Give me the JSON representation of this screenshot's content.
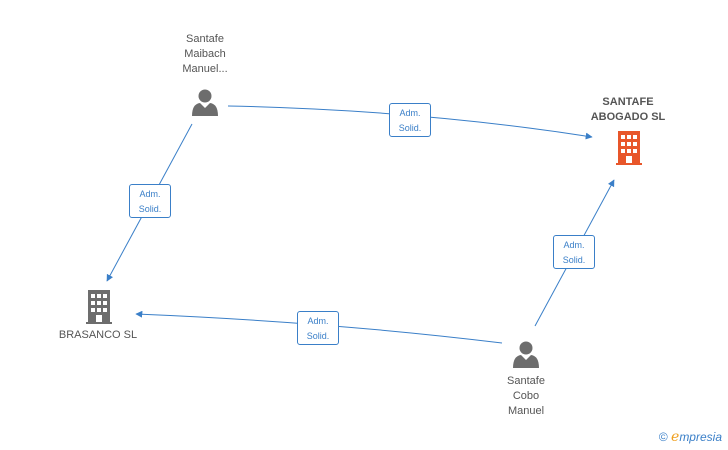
{
  "colors": {
    "edge": "#3a7fc8",
    "person": "#6d6d6d",
    "company": "#6d6d6d",
    "company_highlight": "#e8562a"
  },
  "nodes": {
    "maibach": {
      "label": "Santafe\nMaibach\nManuel...",
      "icon": "person-icon"
    },
    "santafe_abogado": {
      "label": "SANTAFE\nABOGADO SL",
      "icon": "building-icon"
    },
    "brasanco": {
      "label": "BRASANCO SL",
      "icon": "building-icon"
    },
    "cobo": {
      "label": "Santafe\nCobo\nManuel",
      "icon": "person-icon"
    }
  },
  "edges": [
    {
      "from": "Santafe Maibach Manuel...",
      "to": "SANTAFE ABOGADO SL",
      "line1": "Adm.",
      "line2": "Solid."
    },
    {
      "from": "Santafe Maibach Manuel...",
      "to": "BRASANCO SL",
      "line1": "Adm.",
      "line2": "Solid."
    },
    {
      "from": "Santafe Cobo Manuel",
      "to": "SANTAFE ABOGADO SL",
      "line1": "Adm.",
      "line2": "Solid."
    },
    {
      "from": "Santafe Cobo Manuel",
      "to": "BRASANCO SL",
      "line1": "Adm.",
      "line2": "Solid."
    }
  ],
  "watermark": {
    "copyright": "©",
    "brand_initial": "e",
    "brand_rest": "mpresia"
  }
}
